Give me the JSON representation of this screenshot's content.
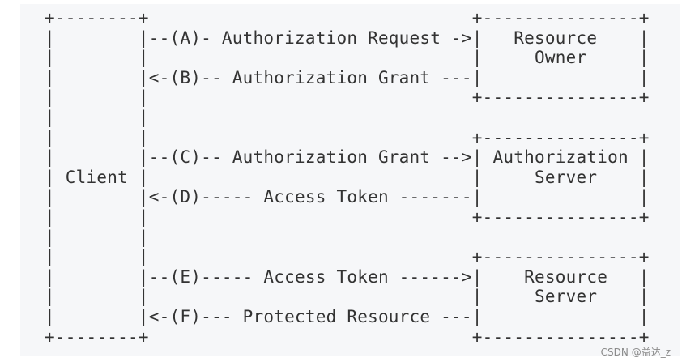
{
  "diagram": {
    "ascii_art": "+--------+                               +---------------+\n|        |--(A)- Authorization Request ->|   Resource    |\n|        |                               |     Owner     |\n|        |<-(B)-- Authorization Grant ---|               |\n|        |                               +---------------+\n|        |\n|        |                               +---------------+\n|        |--(C)-- Authorization Grant -->| Authorization |\n| Client |                               |     Server    |\n|        |<-(D)----- Access Token -------|               |\n|        |                               +---------------+\n|        |\n|        |                               +---------------+\n|        |--(E)----- Access Token ------>|    Resource   |\n|        |                               |     Server    |\n|        |<-(F)--- Protected Resource ---|               |\n+--------+                               +---------------+",
    "nodes": [
      "Client",
      "Resource Owner",
      "Authorization Server",
      "Resource Server"
    ],
    "flows": [
      "(A)- Authorization Request",
      "(B)-- Authorization Grant",
      "(C)-- Authorization Grant",
      "(D)----- Access Token",
      "(E)----- Access Token",
      "(F)--- Protected Resource"
    ]
  },
  "watermark": "CSDN @益达_z"
}
